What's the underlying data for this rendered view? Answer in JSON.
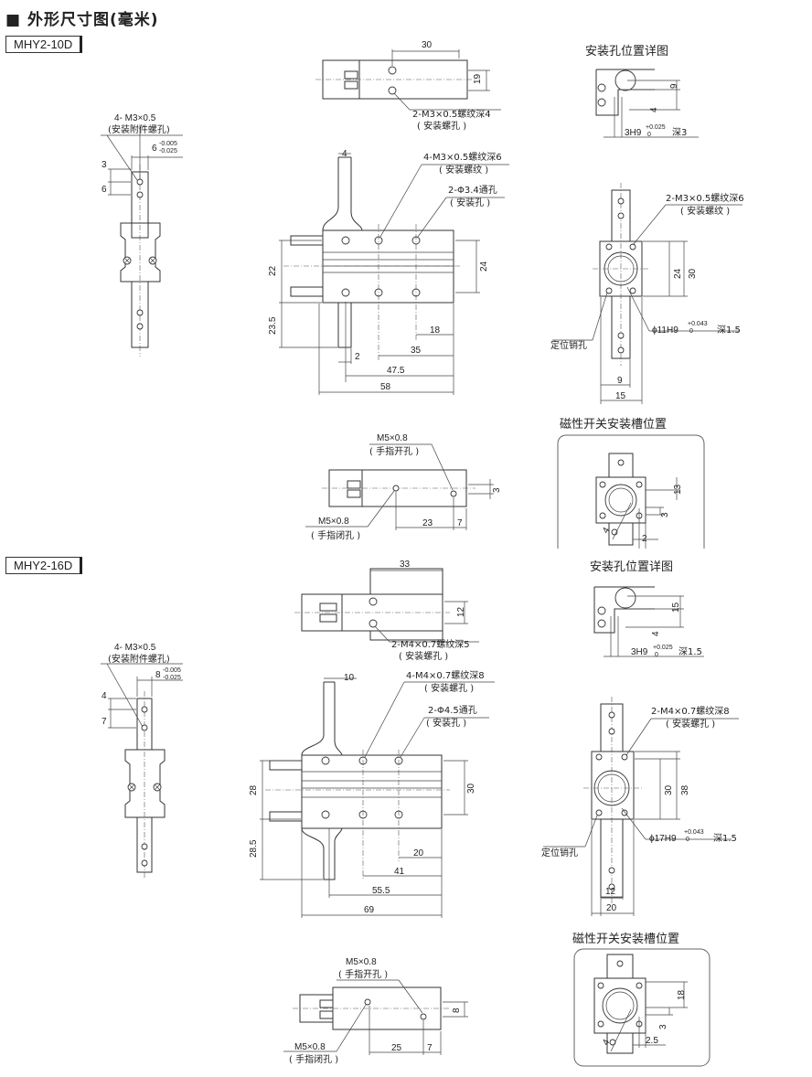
{
  "page": {
    "title": "■ 外形尺寸图(毫米)"
  },
  "mhy2_10d": {
    "model": "MHY2-10D",
    "detail_title": "安装孔位置详图",
    "switch_title": "磁性开关安装槽位置",
    "side": {
      "thread": "4- M3×0.5",
      "thread_note": "(安装附件螺孔)",
      "width": "6",
      "tol_upper": "-0.005",
      "tol_lower": "-0.025",
      "dim_a": "3",
      "dim_b": "6"
    },
    "top": {
      "length": "30",
      "height": "19",
      "hole": "2-M3×0.5螺纹深4",
      "hole_note": "( 安装螺孔 )"
    },
    "front": {
      "jaw": "4",
      "thread": "4-M3×0.5螺纹深6",
      "thread_note": "( 安装螺纹 )",
      "through": "2-Φ3.4通孔",
      "through_note": "( 安装孔 )",
      "d22": "22",
      "d23_5": "23.5",
      "d24": "24",
      "d2": "2",
      "d18": "18",
      "d35": "35",
      "d47_5": "47.5",
      "d58": "58"
    },
    "detail": {
      "d9": "9",
      "d4": "4",
      "fit": "3H9",
      "fit_upper": "+0.025",
      "fit_lower": "0",
      "depth": "深3"
    },
    "end": {
      "thread": "2-M3×0.5螺纹深6",
      "thread_note": "( 安装螺纹 )",
      "d24": "24",
      "d30": "30",
      "pin": "定位销孔",
      "bore": "ϕ11H9",
      "bore_upper": "+0.043",
      "bore_lower": "0",
      "bore_depth": "深1.5",
      "d9": "9",
      "d15": "15"
    },
    "port": {
      "open": "M5×0.8",
      "open_note": "( 手指开孔 )",
      "close": "M5×0.8",
      "close_note": "( 手指闭孔 )",
      "d3": "3",
      "d23": "23",
      "d7": "7"
    },
    "switch": {
      "d13": "13",
      "d3": "3",
      "d4": "4",
      "d2": "2"
    }
  },
  "mhy2_16d": {
    "model": "MHY2-16D",
    "detail_title": "安装孔位置详图",
    "switch_title": "磁性开关安装槽位置",
    "side": {
      "thread": "4- M3×0.5",
      "thread_note": "(安装附件螺孔)",
      "width": "8",
      "tol_upper": "-0.005",
      "tol_lower": "-0.025",
      "dim_a": "4",
      "dim_b": "7"
    },
    "top": {
      "length": "33",
      "height": "12",
      "hole": "2-M4×0.7螺纹深5",
      "hole_note": "( 安装螺孔 )"
    },
    "front": {
      "jaw": "10",
      "thread": "4-M4×0.7螺纹深8",
      "thread_note": "( 安装螺孔 )",
      "through": "2-Φ4.5通孔",
      "through_note": "( 安装孔 )",
      "d28": "28",
      "d28_5": "28.5",
      "d30": "30",
      "d20": "20",
      "d41": "41",
      "d55_5": "55.5",
      "d69": "69"
    },
    "detail": {
      "d15": "15",
      "d4": "4",
      "fit": "3H9",
      "fit_upper": "+0.025",
      "fit_lower": "0",
      "depth": "深1.5"
    },
    "end": {
      "thread": "2-M4×0.7螺纹深8",
      "thread_note": "( 安装螺孔 )",
      "d30": "30",
      "d38": "38",
      "pin": "定位销孔",
      "bore": "ϕ17H9",
      "bore_upper": "+0.043",
      "bore_lower": "0",
      "bore_depth": "深1.5",
      "d12": "12",
      "d20": "20"
    },
    "port": {
      "open": "M5×0.8",
      "open_note": "( 手指开孔 )",
      "close": "M5×0.8",
      "close_note": "( 手指闭孔 )",
      "d8": "8",
      "d25": "25",
      "d7": "7"
    },
    "switch": {
      "d18": "18",
      "d3": "3",
      "d4": "4",
      "d2_5": "2.5"
    }
  }
}
